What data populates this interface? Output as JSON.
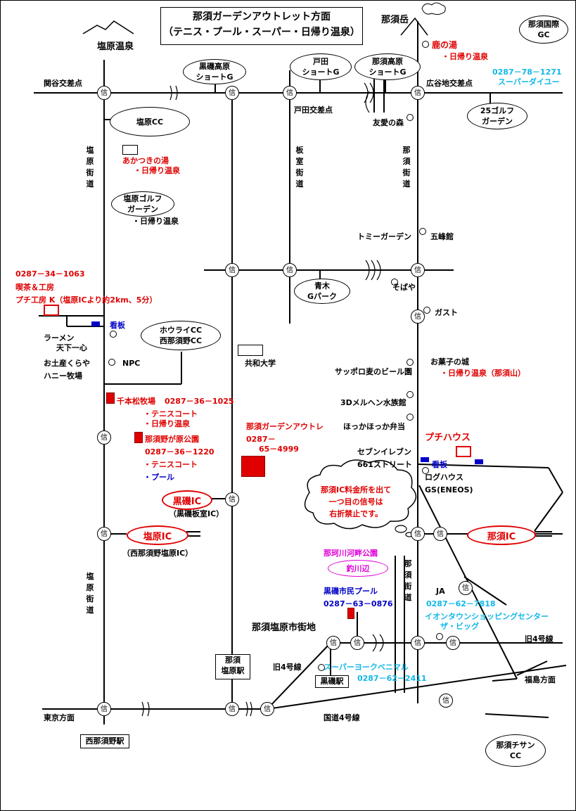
{
  "title": {
    "line1": "那須ガーデンアウトレット方面",
    "line2": "（テニス・プール・スーパー・日帰り温泉）"
  },
  "signal_label": "信",
  "areas": {
    "shiobara_onsen": "塩原温泉",
    "nasudake": "那須岳",
    "nasu_shiobara_city": "那須塩原市街地"
  },
  "intersections": {
    "sekiya": "関谷交差点",
    "hirotanichi": "広谷地交差点",
    "todaa": "戸田交差点"
  },
  "roads": {
    "shiobara_kaido_top": "塩原街道",
    "shiobara_kaido_bottom": "塩原街道",
    "itamuro_kaido": "板室街道",
    "nasu_kaido_top": "那須街道",
    "nasu_kaido_bottom": "那須街道",
    "kyu4_right": "旧4号線",
    "kyu4_left": "旧4号線",
    "kokudo4": "国道4号線",
    "tokyo": "東京方面",
    "fukushima": "福島方面"
  },
  "golf": {
    "nasu_kokusai": "那須国際\nGC",
    "kurobane_short": "黒磯高原\nショートG",
    "toda_short": "戸田\nショートG",
    "nasu_short": "那須高原\nショートG",
    "golf25": "25ゴルフ\nガーデン",
    "shiobara_cc": "塩原CC",
    "shiobara_golf": "塩原ゴルフ\nガーデン",
    "aoki": "青木\nGパーク",
    "horai": "ホウライCC\n西那須野CC",
    "nasu_chisan": "那須チサン\nCC"
  },
  "places": {
    "shika_no_yu": "鹿の湯",
    "shika_higaeri": "・日帰り温泉",
    "phone_daiyu": "0287－78－1271",
    "super_daiyu": "スーパーダイユー",
    "yuai_no_mori": "友愛の森",
    "akatsuki": "あかつきの湯",
    "akatsuki_higaeri": "・日帰り温泉",
    "shiobara_golf_higaeri": "・日帰り温泉",
    "tomy_garden": "トミーガーデン",
    "gohokan": "五峰館",
    "sobaya": "そばや",
    "gasuto": "ガスト",
    "puchi_phone": "0287－34－1063",
    "kissa": "喫茶＆工房",
    "puchi_kobo": "プチ工房 K（塩原ICより約2km、5分）",
    "kanban1": "看板",
    "ramen": "ラーメン",
    "tenka": "天下一心",
    "omiyage": "お土産くらや",
    "npc": "NPC",
    "honey": "ハニー牧場",
    "kyowa": "共和大学",
    "okashi": "お菓子の城",
    "okashi_higaeri": "・日帰り温泉（那須山）",
    "sapporo": "サッポロ麦のビール園",
    "meruhen": "3Dメルヘン水族館",
    "hokka": "ほっかほっか弁当",
    "senbon": "千本松牧場",
    "senbon_phone": "0287－36－1025",
    "senbon_tennis": "・テニスコート",
    "senbon_higaeri": "・日帰り温泉",
    "outlet": "那須ガーデンアウトレ",
    "outlet_phone1": "0287－",
    "outlet_phone2": "65－4999",
    "nasunogahara": "那須野が原公園",
    "nasunogahara_phone": "0287－36－1220",
    "nasunogahara_tennis": "・テニスコート",
    "nasunogahara_pool": "・プール",
    "seven": "セブンイレブン",
    "s661": "661ストリート",
    "puchi_house": "プチハウス",
    "kanban2": "看板",
    "log_house": "ログハウス",
    "gs": "GS(ENEOS)",
    "cloud_note": "那須IC料金所を出て\n一つ目の信号は\n右折禁止です。",
    "kurobane_ic_sub": "（黒磯板室IC）",
    "shiobara_ic_sub": "（西那須野塩原IC）",
    "nakagawa": "那珂川河畔公園",
    "tsuribe": "釣川辺",
    "shimin_pool": "黒磯市民プール",
    "pool_phone": "0287－63－0876",
    "ja": "JA",
    "aeon_phone": "0287－62－7818",
    "aeon": "イオンタウンショッピングセンター",
    "big": "ザ・ビッグ",
    "york": "スーパーヨークベニマル",
    "york_phone": "0287－62－2411"
  },
  "ics": {
    "kurobane": "黒磯IC",
    "shiobara": "塩原IC",
    "nasu": "那須IC"
  },
  "stations": {
    "nasushiobara": "那須\n塩原駅",
    "kurobane": "黒磯駅",
    "nishinasuno": "西那須野駅"
  },
  "colors": {
    "red": "#e00000",
    "blue": "#0000c8",
    "cyan": "#12b8e8",
    "magenta": "#e000d8"
  }
}
